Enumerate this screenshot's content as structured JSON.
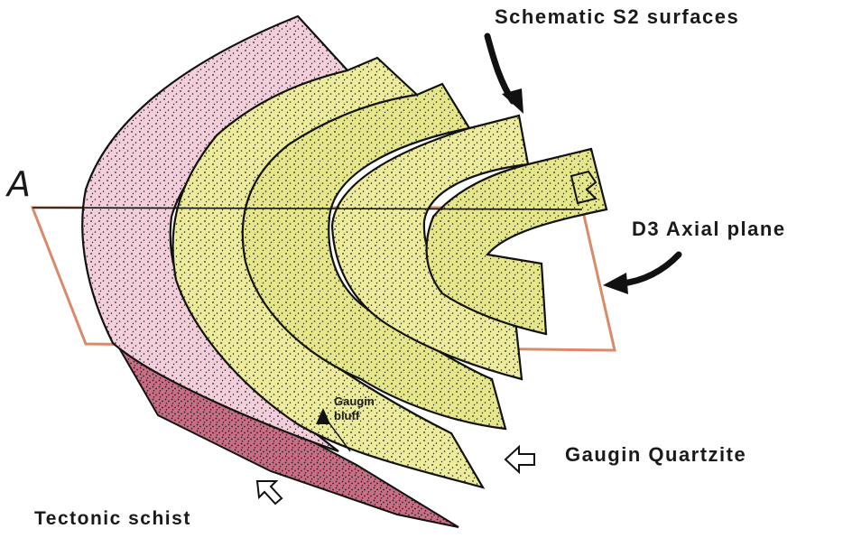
{
  "labels": {
    "schematic_s2": "Schematic S2 surfaces",
    "d3_axial_plane": "D3 Axial plane",
    "gaugin_quartzite": "Gaugin Quartzite",
    "tectonic_schist": "Tectonic schist",
    "section_a": "A",
    "gaugin_bluff": "Gaugin\nbluff"
  },
  "colors": {
    "schist_pink": "#f3cfdc",
    "schist_dark": "#bf6478",
    "quartzite_yellow": "#ecec9c",
    "quartzite_dark": "#dada72",
    "axial_plane_outline": "#d88a6a",
    "ink": "#111111"
  },
  "icons": {
    "s2_arrow": "arrow-down-curved-icon",
    "d3_arrow": "arrow-left-curved-icon",
    "quartzite_arrow": "outline-arrow-left-icon",
    "schist_arrow": "outline-arrow-up-left-icon"
  }
}
